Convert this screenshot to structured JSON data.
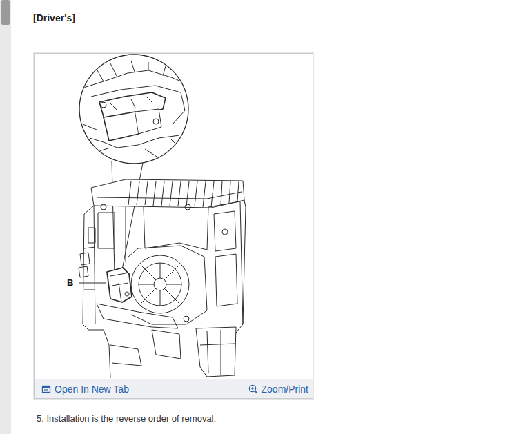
{
  "diagram": {
    "title": "[Driver's]",
    "nodes": [
      {
        "text": [
          "Open In New Tab",
          "Zoom/Print"
        ]
      }
    ],
    "labels": [
      "B",
      "5. Installation is the reverse order of removal."
    ]
  }
}
